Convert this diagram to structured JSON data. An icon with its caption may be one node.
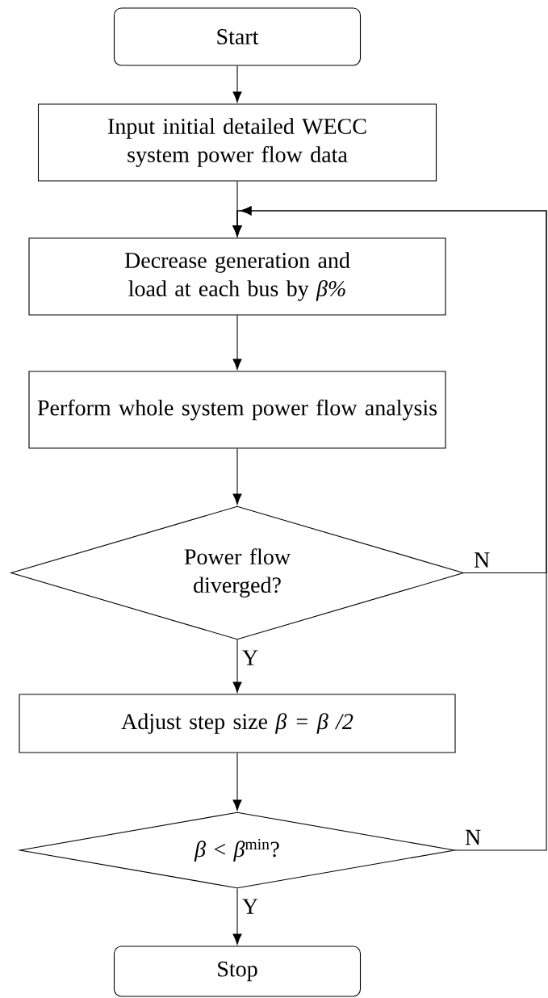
{
  "diagram": {
    "nodes": [
      {
        "text": [
          "Start"
        ]
      },
      {
        "text": [
          "Input initial detailed WECC system power flow data"
        ]
      },
      {
        "text": [
          "Decrease generation and load at each bus by *β%*"
        ]
      },
      {
        "text": [
          "Perform whole system power flow analysis"
        ]
      },
      {
        "text": [
          "Power flow diverged?"
        ]
      },
      {
        "text": [
          "Adjust step size *β = β /2*"
        ]
      },
      {
        "text": [
          "*β* < *β*$^{min}$?"
        ]
      },
      {
        "text": [
          "Stop"
        ]
      }
    ],
    "edges": [
      {
        "from": 0,
        "to": 1,
        "arrow": "to"
      },
      {
        "from": 1,
        "to": 2,
        "arrow": "to"
      },
      {
        "from": 2,
        "to": 3,
        "arrow": "to"
      },
      {
        "from": 3,
        "to": 4,
        "arrow": "to"
      },
      {
        "from": 4,
        "to": 5,
        "arrow": "to",
        "label": "Y"
      },
      {
        "from": 5,
        "to": 6,
        "arrow": "to"
      },
      {
        "from": 6,
        "to": 7,
        "arrow": "to",
        "label": "Y"
      },
      {
        "from": 4,
        "to": 2,
        "arrow": "to",
        "label": "N"
      },
      {
        "from": 6,
        "to": 2,
        "arrow": "to",
        "label": "N"
      }
    ]
  }
}
